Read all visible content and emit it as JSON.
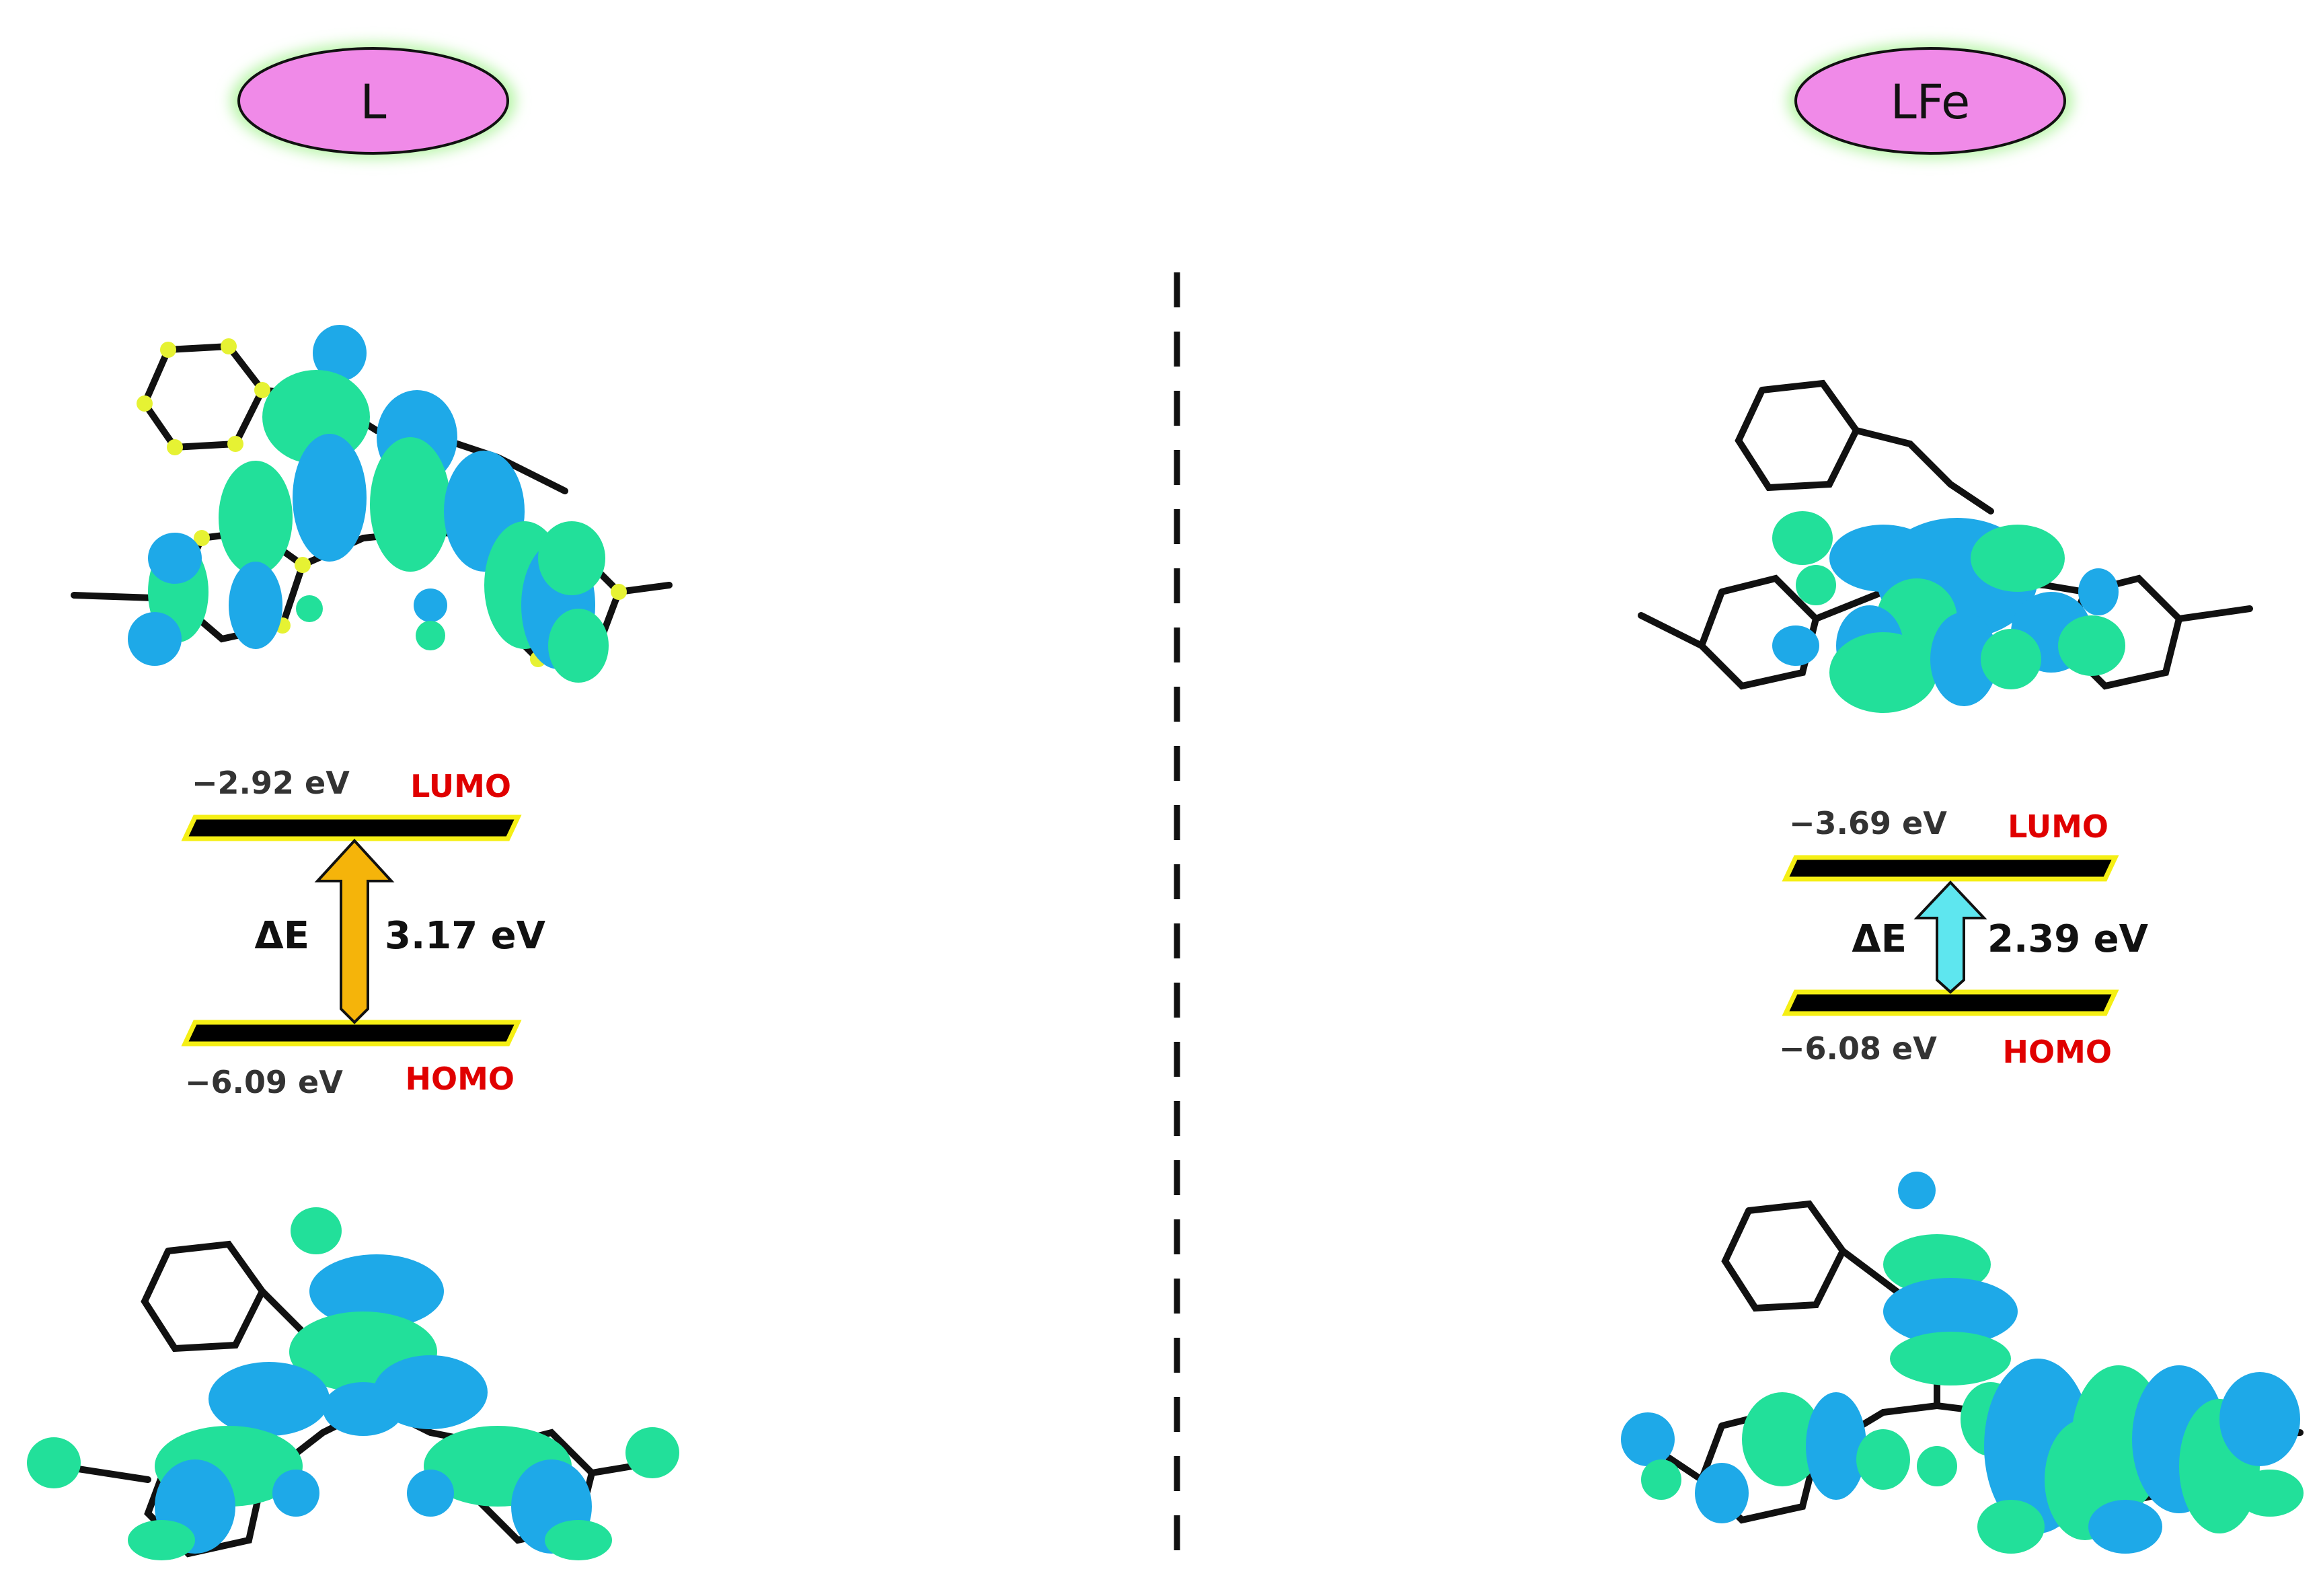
{
  "left_panel": {
    "compound_label": "L",
    "lumo": {
      "energy": "−2.92 eV",
      "label": "LUMO"
    },
    "homo": {
      "energy": "−6.09 eV",
      "label": "HOMO"
    },
    "gap": {
      "symbol": "ΔE",
      "value": "3.17 eV"
    },
    "arrow_color": "#f5b40a"
  },
  "right_panel": {
    "compound_label": "LFe",
    "lumo": {
      "energy": "−3.69 eV",
      "label": "LUMO"
    },
    "homo": {
      "energy": "−6.08 eV",
      "label": "HOMO"
    },
    "gap": {
      "symbol": "ΔE",
      "value": "2.39 eV"
    },
    "arrow_color": "#5ee6ef"
  },
  "colors": {
    "label_ellipse_fill": "#f08ae8",
    "label_ellipse_glow": "#b8f5a8",
    "orbital_label": "#e00000",
    "energy_text": "#333333",
    "orbital_lobe_blue": "#1ea9e8",
    "orbital_lobe_green": "#22e09a",
    "bond_yellow": "#e6f233",
    "level_bar": "#000000",
    "level_outline": "#f5ef14"
  }
}
